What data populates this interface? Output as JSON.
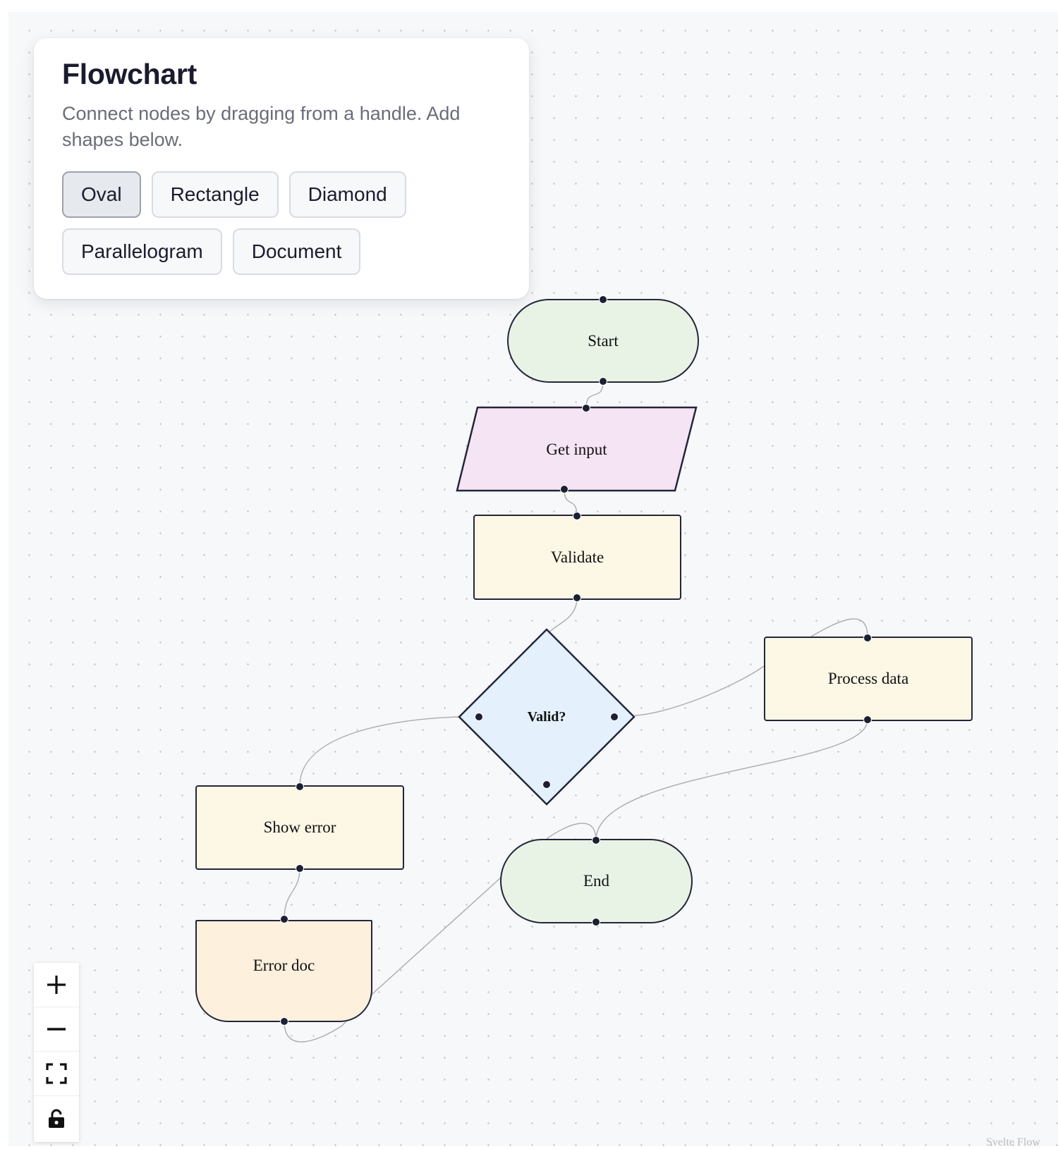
{
  "panel": {
    "title": "Flowchart",
    "description": "Connect nodes by dragging from a handle. Add shapes below.",
    "buttons": [
      "Oval",
      "Rectangle",
      "Diamond",
      "Parallelogram",
      "Document"
    ],
    "active_button": "Oval"
  },
  "nodes": {
    "start": "Start",
    "get_input": "Get input",
    "validate": "Validate",
    "valid": "Valid?",
    "process_data": "Process data",
    "show_error": "Show error",
    "end": "End",
    "error_doc": "Error doc"
  },
  "colors": {
    "oval": "#e8f3e6",
    "parallelogram": "#f5e4f4",
    "rectangle": "#fdf7e6",
    "diamond": "#e4f0fb",
    "document": "#fdf0dd",
    "stroke": "#23263a",
    "edge": "#a9abb0"
  },
  "controls": {
    "zoom_in": "plus-icon",
    "zoom_out": "minus-icon",
    "fit_view": "fit-view-icon",
    "lock": "unlock-icon"
  },
  "attribution": "Svelte Flow"
}
